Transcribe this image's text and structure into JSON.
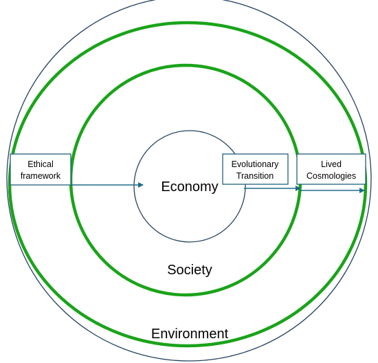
{
  "diagram": {
    "rings": {
      "economy": "Economy",
      "society": "Society",
      "environment": "Environment"
    },
    "boxes": {
      "ethical": {
        "line1": "Ethical",
        "line2": "framework"
      },
      "evolutionary": {
        "line1": "Evolutionary",
        "line2": "Transition"
      },
      "lived": {
        "line1": "Lived",
        "line2": "Cosmologies"
      }
    },
    "colors": {
      "ring_green": "#1aa31a",
      "thin_line": "#24405f",
      "box_border": "#1f5f7a",
      "arrow": "#1f6a8a"
    }
  }
}
